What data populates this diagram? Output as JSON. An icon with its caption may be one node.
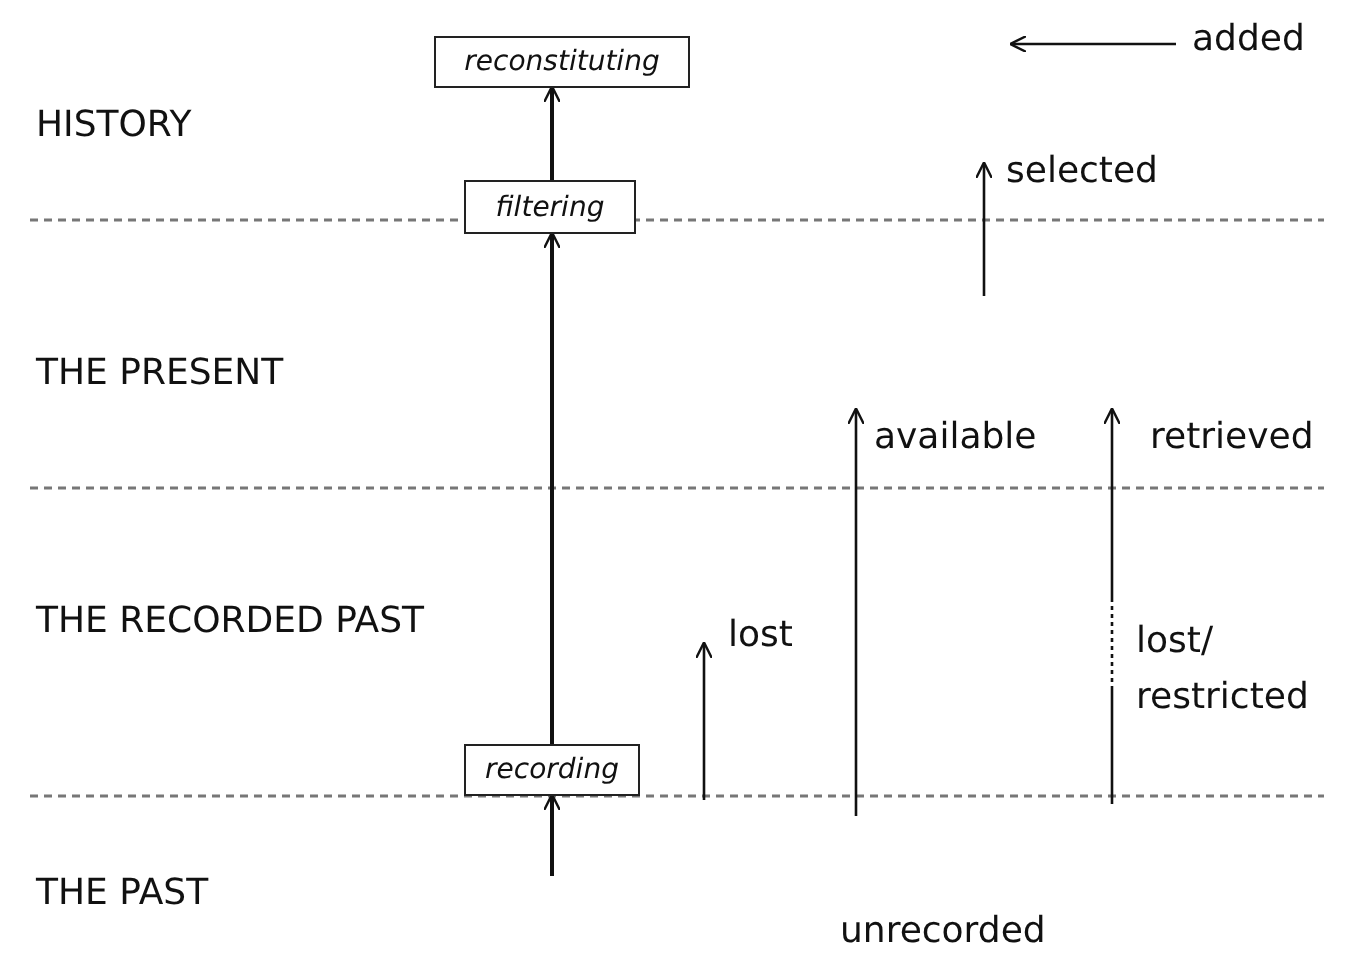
{
  "diagram": {
    "nodes": [
      {
        "text": [
          "reconstituting"
        ]
      },
      {
        "text": [
          "filtering"
        ]
      },
      {
        "text": [
          "recording"
        ]
      }
    ],
    "edges": [
      {
        "from": null,
        "to": 2,
        "arrow": "to"
      },
      {
        "from": 2,
        "to": 1,
        "arrow": "to"
      },
      {
        "from": 1,
        "to": 0,
        "arrow": "to"
      }
    ],
    "labels": [
      "added",
      "HISTORY",
      "selected",
      "THE PRESENT",
      "available",
      "retrieved",
      "THE RECORDED PAST",
      "lost",
      "lost/ restricted",
      "THE PAST",
      "unrecorded"
    ]
  }
}
